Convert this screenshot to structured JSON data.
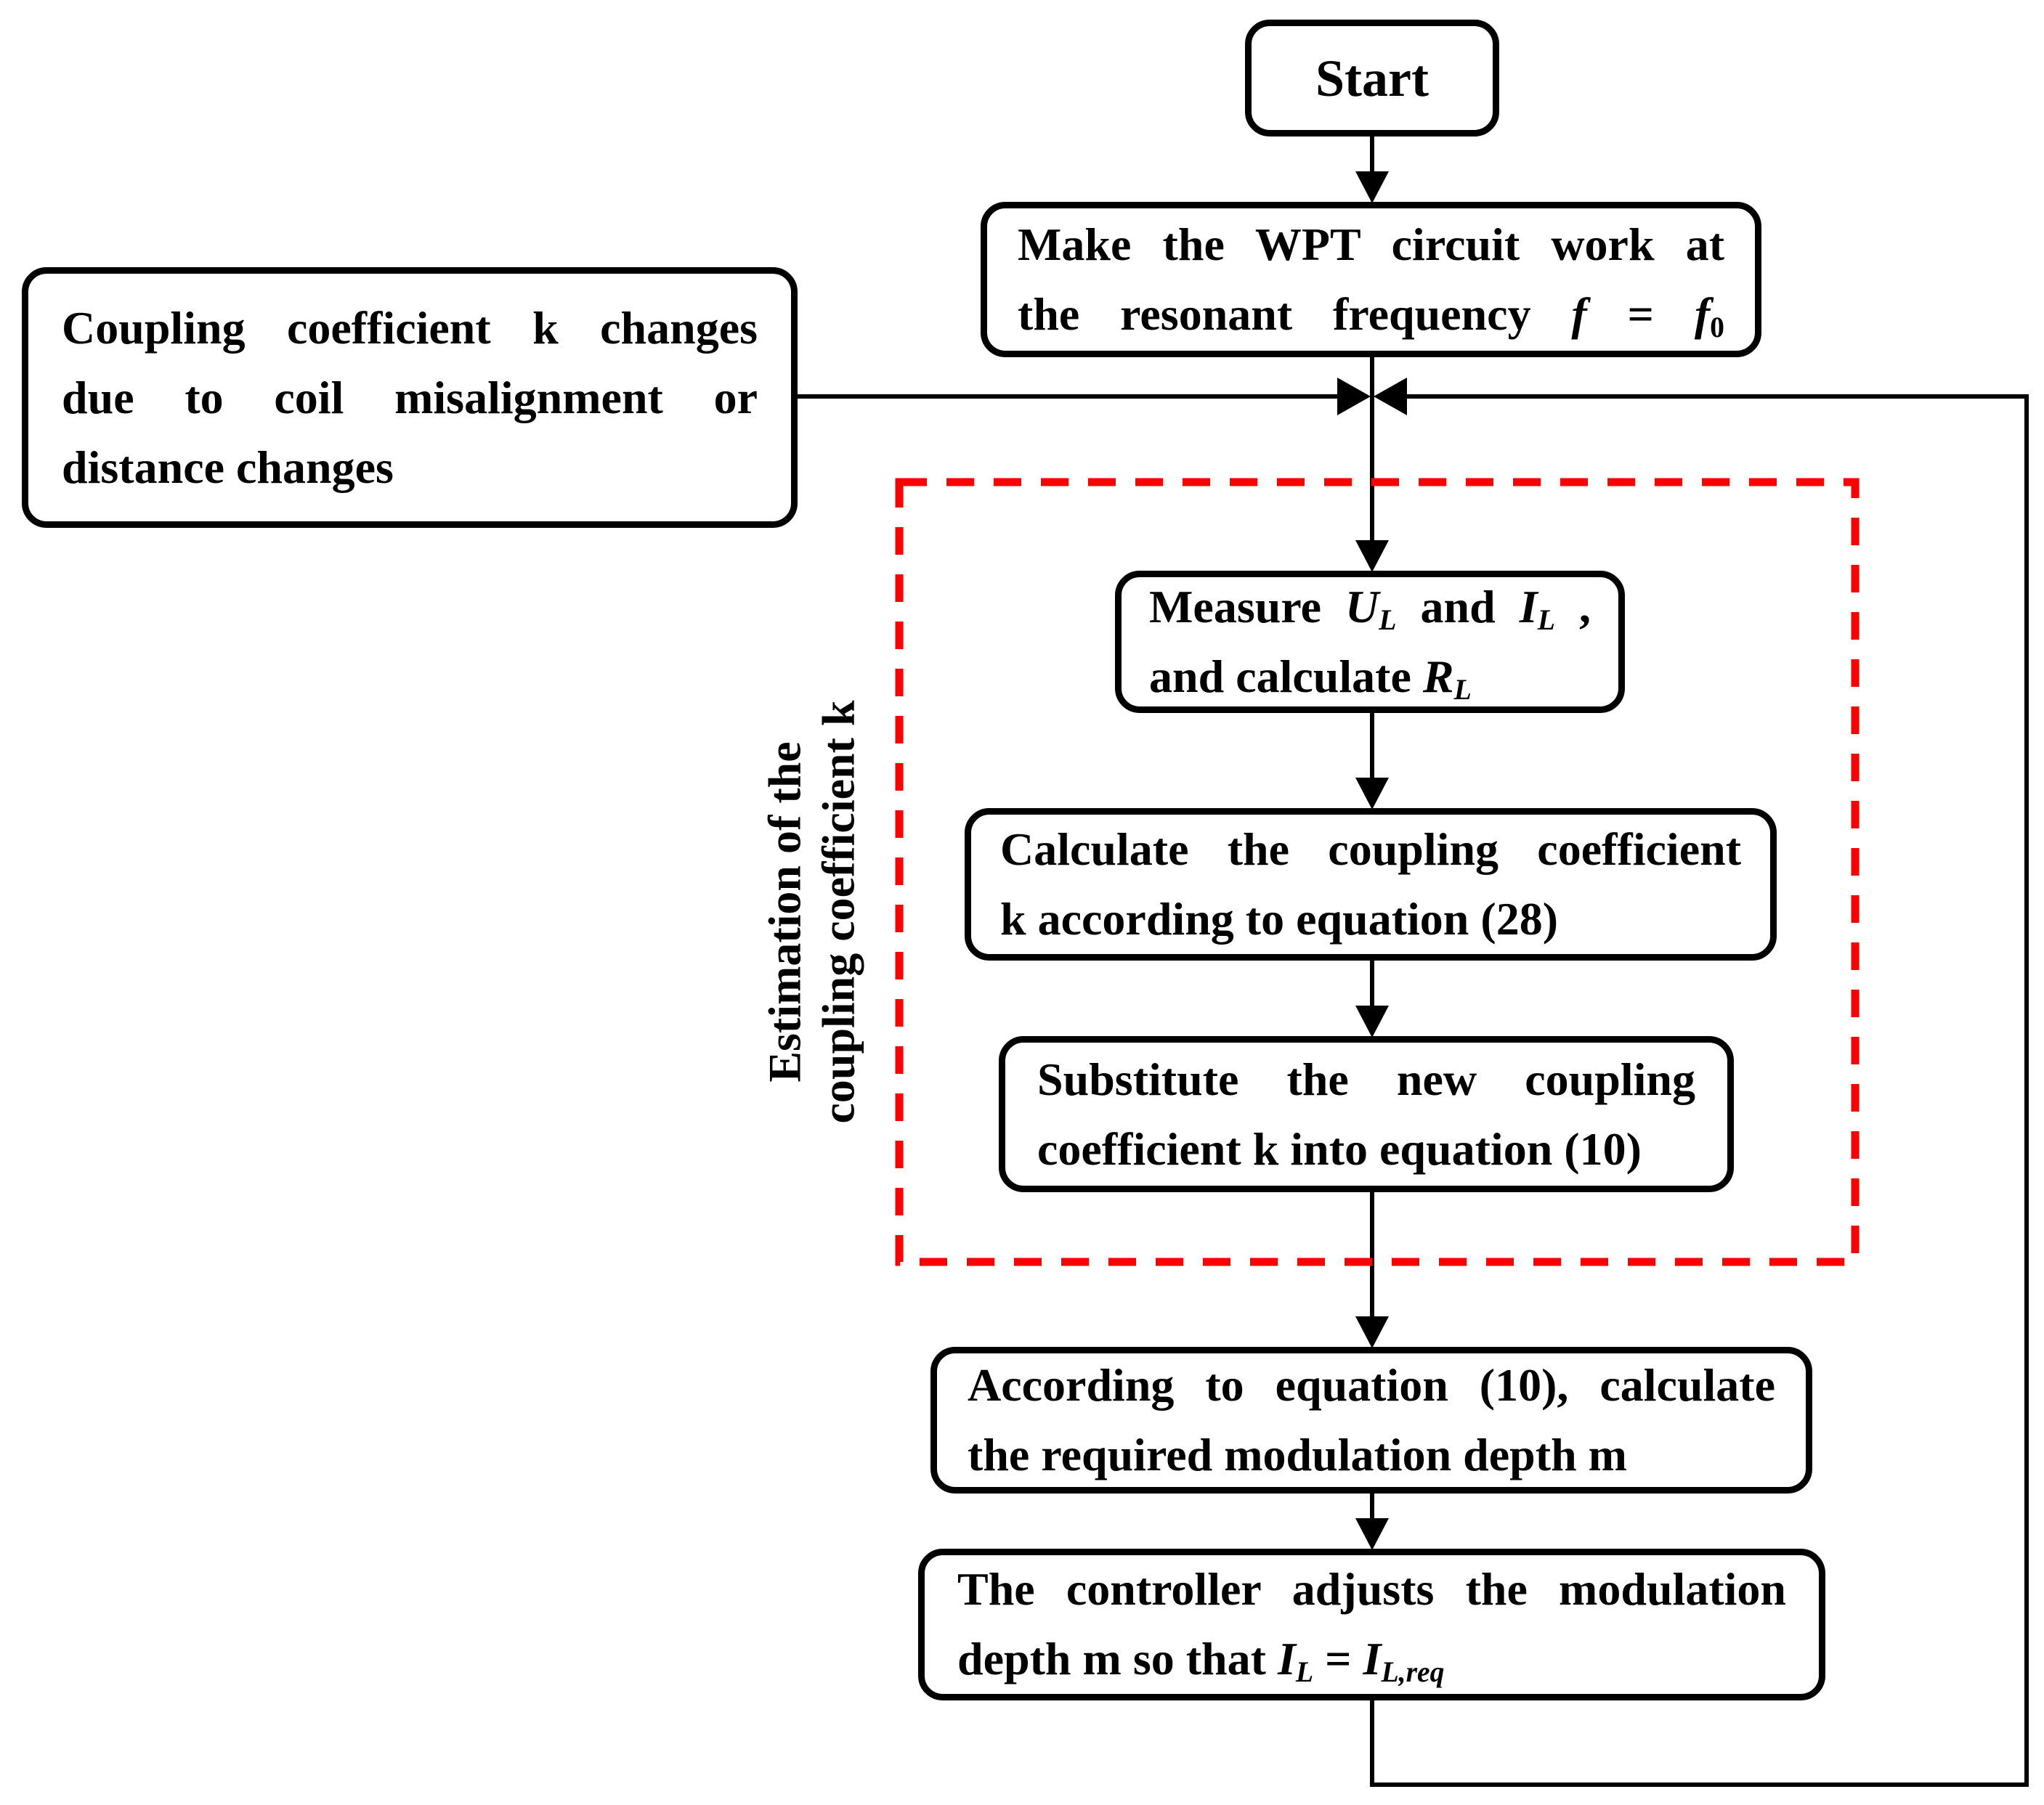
{
  "colors": {
    "line": "#000000",
    "box_border": "#000000",
    "box_fill": "#FFFFFF",
    "estimation_region_dash": "#FF0000"
  },
  "nodes": {
    "start": {
      "label": "Start"
    },
    "make_wpt": {
      "line1": "Make the WPT circuit work at",
      "line2_prefix": "the resonant frequency ",
      "f_left": "f",
      "equals": " = ",
      "f_right": "f",
      "f_sub": "0"
    },
    "coupling_changes": {
      "line1": "Coupling coefficient k changes",
      "line2": "due to coil misalignment or",
      "line3": "distance changes"
    },
    "measure": {
      "l1_measure": "Measure ",
      "l1_u": "U",
      "l1_u_sub": "L",
      "l1_and": " and ",
      "l1_i": "I",
      "l1_i_sub": "L",
      "l1_comma": " ,",
      "l2_prefix": "and calculate ",
      "l2_r": "R",
      "l2_r_sub": "L"
    },
    "calc_k": {
      "line1": "Calculate the coupling coefficient",
      "line2": "k according to equation (28)"
    },
    "substitute_k": {
      "line1": "Substitute the new coupling",
      "line2": "coefficient k into equation (10)"
    },
    "calc_m": {
      "line1": "According to equation (10), calculate",
      "line2": "the required modulation depth m"
    },
    "controller": {
      "line1": "The controller adjusts the modulation",
      "l2_prefix": "depth m so that ",
      "l2_i1": "I",
      "l2_i1_sub": "L",
      "l2_eq": " = ",
      "l2_i2": "I",
      "l2_i2_sub": "L,req"
    }
  },
  "region_label": {
    "line1": "Estimation of the",
    "line2": "coupling coefficient k"
  }
}
